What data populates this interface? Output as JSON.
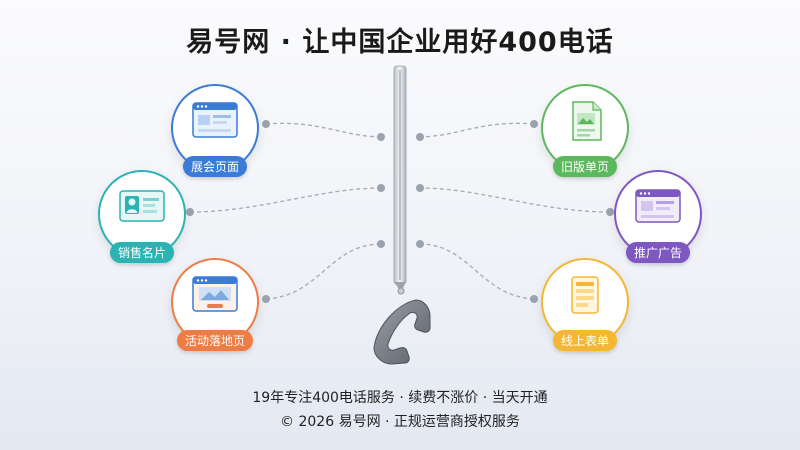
{
  "title": "易号网 · 让中国企业用好400电话",
  "nodes": [
    {
      "label": "展会页面",
      "color": "#3a7bd5",
      "icon": "webpage-icon"
    },
    {
      "label": "销售名片",
      "color": "#2bb3b3",
      "icon": "id-card-icon"
    },
    {
      "label": "活动落地页",
      "color": "#ef7b45",
      "icon": "landing-page-icon"
    },
    {
      "label": "旧版单页",
      "color": "#5cb85c",
      "icon": "document-icon"
    },
    {
      "label": "推广广告",
      "color": "#7e57c2",
      "icon": "ad-banner-icon"
    },
    {
      "label": "线上表单",
      "color": "#f5b731",
      "icon": "form-icon"
    }
  ],
  "footer": {
    "line1": "19年专注400电话服务 · 续费不涨价 · 当天开通",
    "line2": "© 2026 易号网 · 正规运营商授权服务"
  }
}
